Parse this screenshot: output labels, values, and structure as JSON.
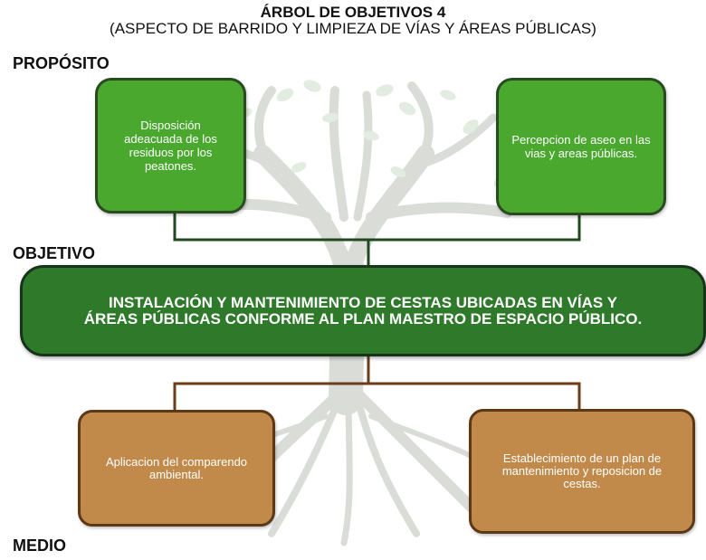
{
  "header": {
    "title": "ÁRBOL DE OBJETIVOS 4",
    "subtitle": "(ASPECTO DE BARRIDO Y LIMPIEZA DE VÍAS Y ÁREAS PÚBLICAS)"
  },
  "sections": {
    "purpose_label": "PROPÓSITO",
    "objective_label": "OBJETIVO",
    "means_label": "MEDIO"
  },
  "purpose_boxes": [
    "Disposición adeacuada de los residuos por los peatones.",
    "Percepcion de aseo en las vias y areas públicas."
  ],
  "objective": {
    "line1": "INSTALACIÓN Y MANTENIMIENTO DE CESTAS UBICADAS EN VÍAS Y",
    "line2": "ÁREAS PÚBLICAS CONFORME AL PLAN MAESTRO DE ESPACIO PÚBLICO."
  },
  "means_boxes": [
    "Aplicacion del comparendo ambiental.",
    "Establecimiento de un plan de mantenimiento y reposicion de cestas."
  ],
  "colors": {
    "purpose_green": "#4aa82f",
    "objective_green": "#2e7a2a",
    "means_brown": "#c28a4a",
    "connector_green": "#1f4a1f",
    "connector_brown": "#6b3d1a",
    "tree_watermark": "#d9dcd6"
  },
  "icons": {
    "background": "tree-watermark-icon"
  }
}
